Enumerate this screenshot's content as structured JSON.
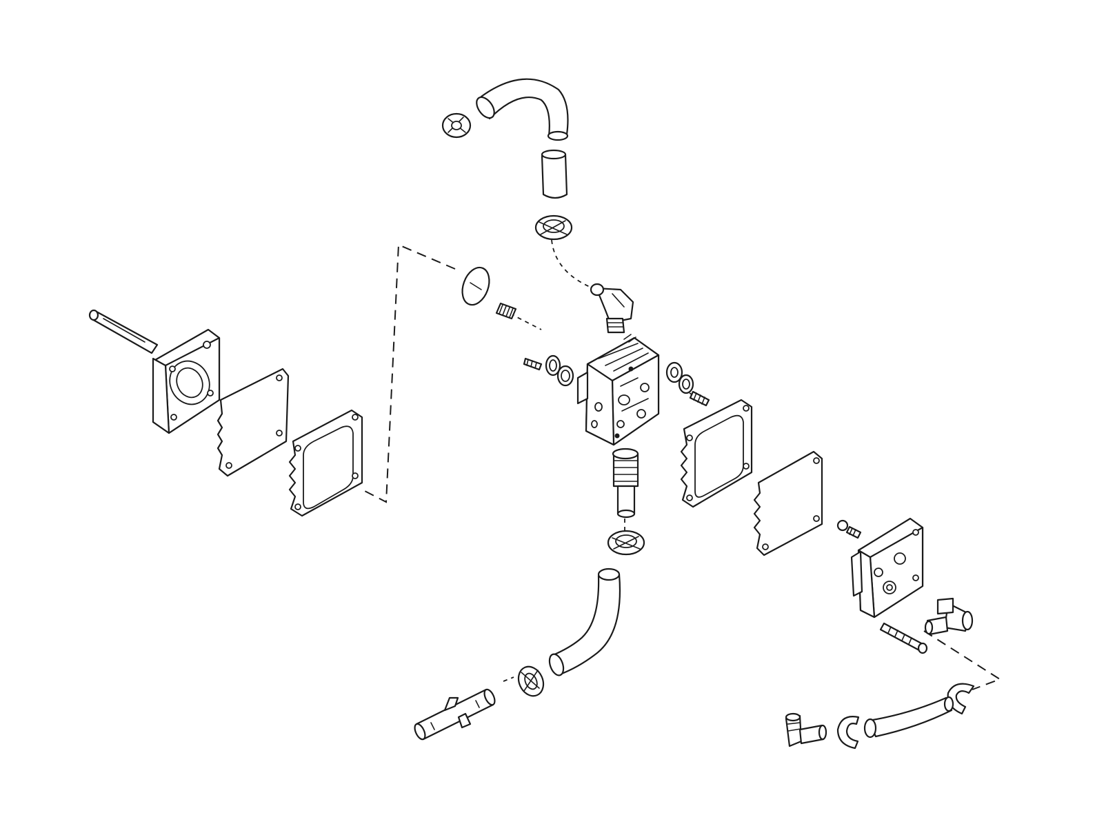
{
  "diagram": {
    "type": "exploded-parts-view",
    "colors": {
      "line": "#1a1a1a",
      "background": "#ffffff"
    },
    "parts": [
      "upper-hose-clamp",
      "upper-elbow-hose",
      "upper-hose-sleeve",
      "upper-hose-clip",
      "upper-elbow-fitting",
      "check-valve-disc",
      "check-valve-spring",
      "left-valve-screw",
      "left-o-rings",
      "pump-body",
      "right-o-rings",
      "right-valve-screw",
      "left-cover-with-stud",
      "left-diaphragm",
      "left-gasket",
      "right-gasket",
      "right-diaphragm",
      "right-cover",
      "center-nipple-fitting",
      "center-hose-clip",
      "lower-curved-hose",
      "lower-hose-clamp",
      "t-fitting",
      "cover-bolts",
      "cover-long-bolt",
      "right-elbow-fitting",
      "right-hose-clamp",
      "right-hose",
      "right-small-clamp",
      "lower-right-elbow-fitting"
    ]
  }
}
